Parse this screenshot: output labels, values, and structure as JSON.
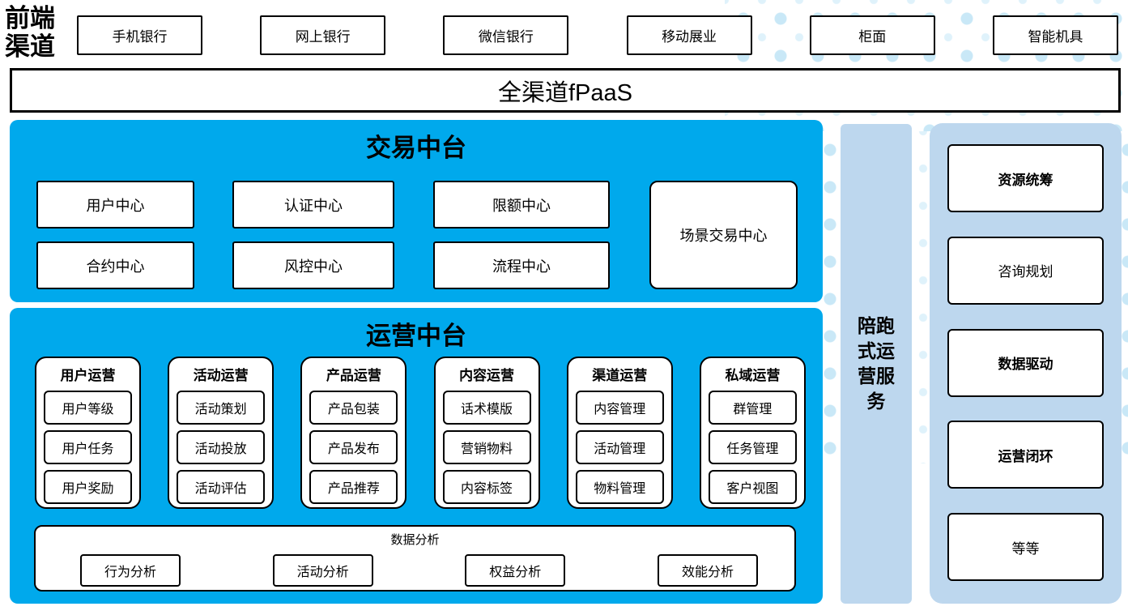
{
  "frontend": {
    "label": "前端\n渠道",
    "channels": [
      "手机银行",
      "网上银行",
      "微信银行",
      "移动展业",
      "柜面",
      "智能机具"
    ]
  },
  "fpaas": {
    "label": "全渠道fPaaS"
  },
  "transaction": {
    "title": "交易中台",
    "row1": [
      "用户中心",
      "认证中心",
      "限额中心"
    ],
    "row2": [
      "合约中心",
      "风控中心",
      "流程中心"
    ],
    "scene_box": "场景交易中心"
  },
  "operation": {
    "title": "运营中台",
    "columns": [
      {
        "header": "用户运营",
        "items": [
          "用户等级",
          "用户任务",
          "用户奖励"
        ]
      },
      {
        "header": "活动运营",
        "items": [
          "活动策划",
          "活动投放",
          "活动评估"
        ]
      },
      {
        "header": "产品运营",
        "items": [
          "产品包装",
          "产品发布",
          "产品推荐"
        ]
      },
      {
        "header": "内容运营",
        "items": [
          "话术模版",
          "营销物料",
          "内容标签"
        ]
      },
      {
        "header": "渠道运营",
        "items": [
          "内容管理",
          "活动管理",
          "物料管理"
        ]
      },
      {
        "header": "私域运营",
        "items": [
          "群管理",
          "任务管理",
          "客户视图"
        ]
      }
    ],
    "analysis": {
      "title": "数据分析",
      "items": [
        "行为分析",
        "活动分析",
        "权益分析",
        "效能分析"
      ]
    }
  },
  "companion": {
    "label": "陪跑式运营服务"
  },
  "services": {
    "items": [
      "资源统筹",
      "咨询规划",
      "数据驱动",
      "运营闭环",
      "等等"
    ]
  },
  "colors": {
    "platform_blue": "#00A9EC",
    "panel_light_blue": "#BDD7EE",
    "dot_blue": "#C9E8F7",
    "dot_blue_light": "#DFF2FB"
  }
}
